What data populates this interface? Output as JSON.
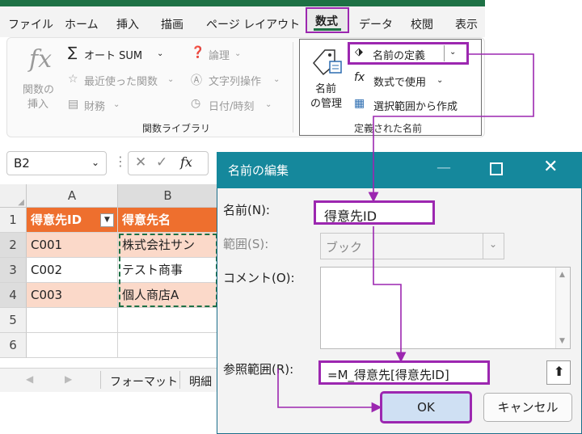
{
  "ribbon_tabs": [
    "ファイル",
    "ホーム",
    "挿入",
    "描画",
    "ページ レイアウト",
    "数式",
    "データ",
    "校閲",
    "表示"
  ],
  "function_library": {
    "insert_function": [
      "関数の",
      "挿入"
    ],
    "autosum": "オート SUM",
    "recent": "最近使った関数",
    "financial": "財務",
    "logical": "論理",
    "text": "文字列操作",
    "datetime": "日付/時刻",
    "group_label": "関数ライブラリ"
  },
  "defined_names": {
    "name_manager": [
      "名前",
      "の管理"
    ],
    "define_name": "名前の定義",
    "use_in_formula": "数式で使用",
    "create_from_selection": "選択範囲から作成",
    "group_label": "定義された名前"
  },
  "formula_bar": {
    "name_box": "B2",
    "fx": "fx"
  },
  "sheet": {
    "columns": [
      "A",
      "B"
    ],
    "rows": [
      "1",
      "2",
      "3",
      "4",
      "5",
      "6"
    ],
    "headers": [
      "得意先ID",
      "得意先名"
    ],
    "data": [
      [
        "C001",
        "株式会社サン"
      ],
      [
        "C002",
        "テスト商事"
      ],
      [
        "C003",
        "個人商店A"
      ]
    ]
  },
  "sheet_tabs": [
    "フォーマット",
    "明細"
  ],
  "dialog": {
    "title": "名前の編集",
    "name_label": "名前(N):",
    "name_value": "得意先ID",
    "scope_label": "範囲(S):",
    "scope_value": "ブック",
    "comment_label": "コメント(O):",
    "refers_label": "参照範囲(R):",
    "refers_value": "=M_得意先[得意先ID]",
    "ok": "OK",
    "cancel": "キャンセル"
  },
  "colors": {
    "accent": "#9c27b0",
    "title_bar": "#15889c",
    "header_fill": "#ee6f2e",
    "row_fill": "#fbd9c9",
    "excel_green": "#1e7145"
  }
}
